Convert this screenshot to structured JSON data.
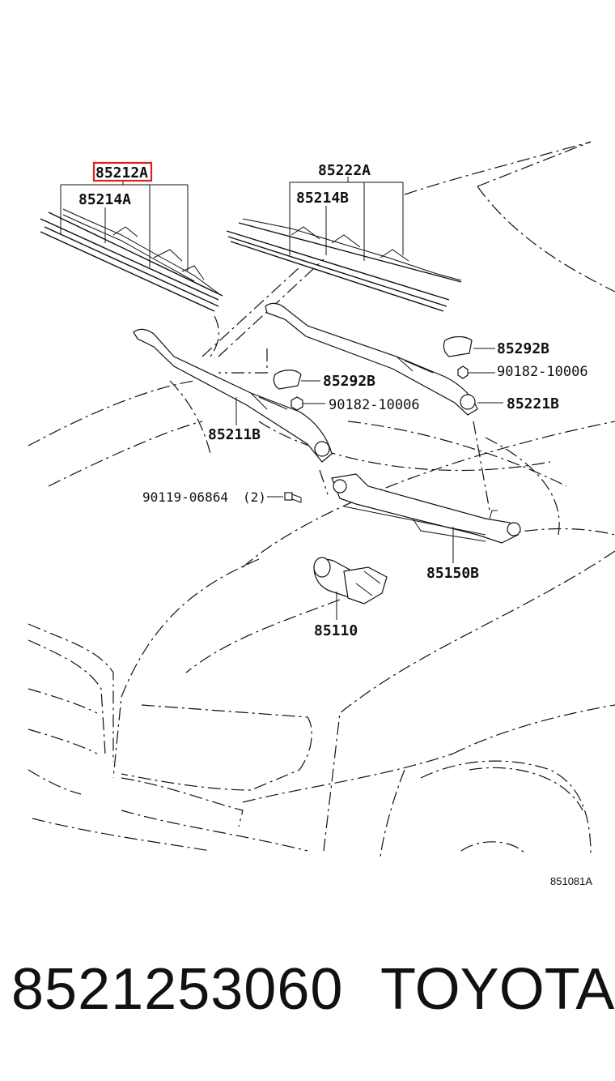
{
  "diagram": {
    "labels": {
      "blade_assy_front": "85212A",
      "refill_front": "85214A",
      "blade_assy_rear": "85222A",
      "refill_rear": "85214B",
      "cap_right": "85292B",
      "nut_right": "90182-10006",
      "arm_right": "85221B",
      "cap_left": "85292B",
      "nut_left": "90182-10006",
      "arm_left": "85211B",
      "bolt": "90119-06864",
      "bolt_qty": "(2)",
      "link": "85150B",
      "motor": "85110",
      "figure_code": "851081A"
    },
    "highlight_color": "#e02020"
  },
  "footer": {
    "part_number": "8521253060",
    "brand": "TOYOTA"
  }
}
